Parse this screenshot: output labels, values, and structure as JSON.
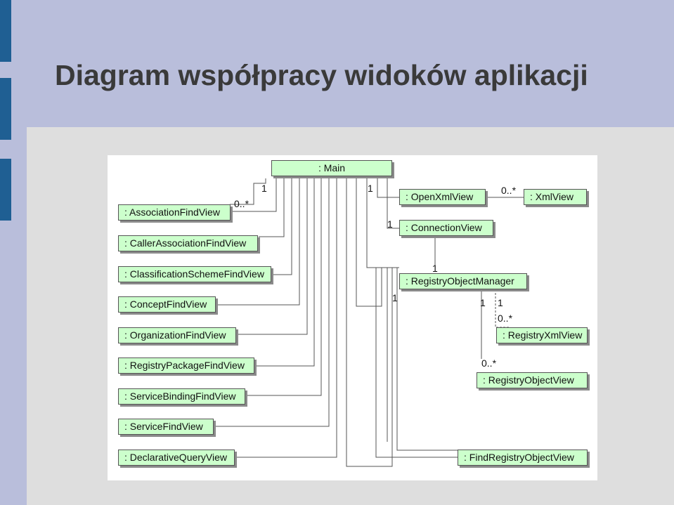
{
  "slide": {
    "title": "Diagram współpracy widoków aplikacji"
  },
  "colors": {
    "background": "#b9bedb",
    "accent": "#1f5f93",
    "panel": "#dedede",
    "box_fill": "#ccffcc"
  },
  "diagram": {
    "nodes": {
      "main": ": Main",
      "association_find_view": ": AssociationFindView",
      "caller_association_find_view": ": CallerAssociationFindView",
      "classification_scheme_find_view": ": ClassificationSchemeFindView",
      "concept_find_view": ": ConceptFindView",
      "organization_find_view": ": OrganizationFindView",
      "registry_package_find_view": ": RegistryPackageFindView",
      "service_binding_find_view": ": ServiceBindingFindView",
      "service_find_view": ": ServiceFindView",
      "declarative_query_view": ": DeclarativeQueryView",
      "open_xml_view": ": OpenXmlView",
      "xml_view": ": XmlView",
      "connection_view": ": ConnectionView",
      "registry_object_manager": ": RegistryObjectManager",
      "registry_xml_view": ": RegistryXmlView",
      "registry_object_view": ": RegistryObjectView",
      "find_registry_object_view": ": FindRegistryObjectView"
    },
    "multiplicities": {
      "assoc_many": "0..*",
      "main_left_one": "1",
      "main_right_one": "1",
      "xml_many": "0..*",
      "connection_one": "1",
      "rom_one_top": "1",
      "rom_one_left": "1",
      "rom_one_a": "1",
      "rom_one_b": "1",
      "rxml_many": "0..*",
      "rov_many": "0..*"
    }
  }
}
